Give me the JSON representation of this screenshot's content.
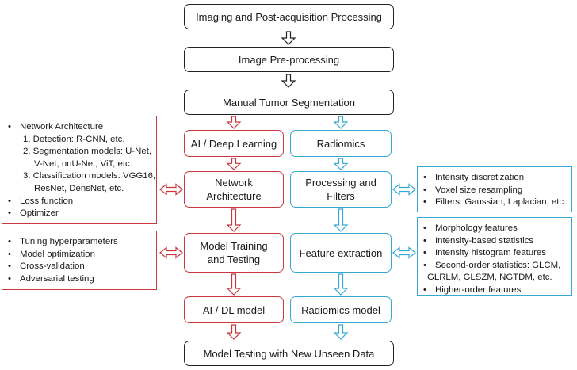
{
  "flow": {
    "imaging": "Imaging and Post-acquisition Processing",
    "preprocessing": "Image Pre-processing",
    "segmentation": "Manual Tumor Segmentation",
    "final_testing": "Model Testing with New Unseen Data"
  },
  "ai_branch": {
    "title": "AI / Deep Learning",
    "network": "Network\nArchitecture",
    "training": "Model Training\nand Testing",
    "model": "AI / DL model"
  },
  "radiomics_branch": {
    "title": "Radiomics",
    "processing": "Processing and\nFilters",
    "extraction": "Feature extraction",
    "model": "Radiomics model"
  },
  "network_details": {
    "items": [
      "Network Architecture",
      "1. Detection: R-CNN, etc.",
      "2. Segmentation models: U-Net,",
      "V-Net, nnU-Net, ViT, etc.",
      "3. Classification models: VGG16,",
      "ResNet, DensNet, etc.",
      "Loss function",
      "Optimizer"
    ]
  },
  "training_details": {
    "items": [
      "Tuning hyperparameters",
      "Model optimization",
      "Cross-validation",
      "Adversarial testing"
    ]
  },
  "processing_details": {
    "items": [
      "Intensity discretization",
      "Voxel size resampling",
      "Filters: Gaussian, Laplacian, etc."
    ]
  },
  "extraction_details": {
    "items": [
      "Morphology features",
      "Intensity-based statistics",
      "Intensity histogram features",
      "Second-order statistics: GLCM,",
      "GLRLM, GLSZM, NGTDM, etc.",
      "Higher-order features"
    ]
  },
  "colors": {
    "ai": "#c8383e",
    "radiomics": "#35a9d4",
    "main": "#222222"
  }
}
